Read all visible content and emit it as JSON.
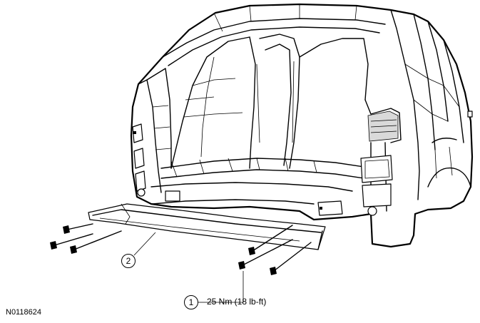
{
  "callouts": [
    {
      "number": "1",
      "text": "25 Nm (18 lb-ft)"
    },
    {
      "number": "2",
      "text": ""
    }
  ],
  "figure_id": "N0118624",
  "components": [
    {
      "ref": "1",
      "name": "bolt-icon",
      "count": 6
    },
    {
      "ref": "2",
      "name": "rear-bumper-reinforcement",
      "count": 1
    }
  ]
}
